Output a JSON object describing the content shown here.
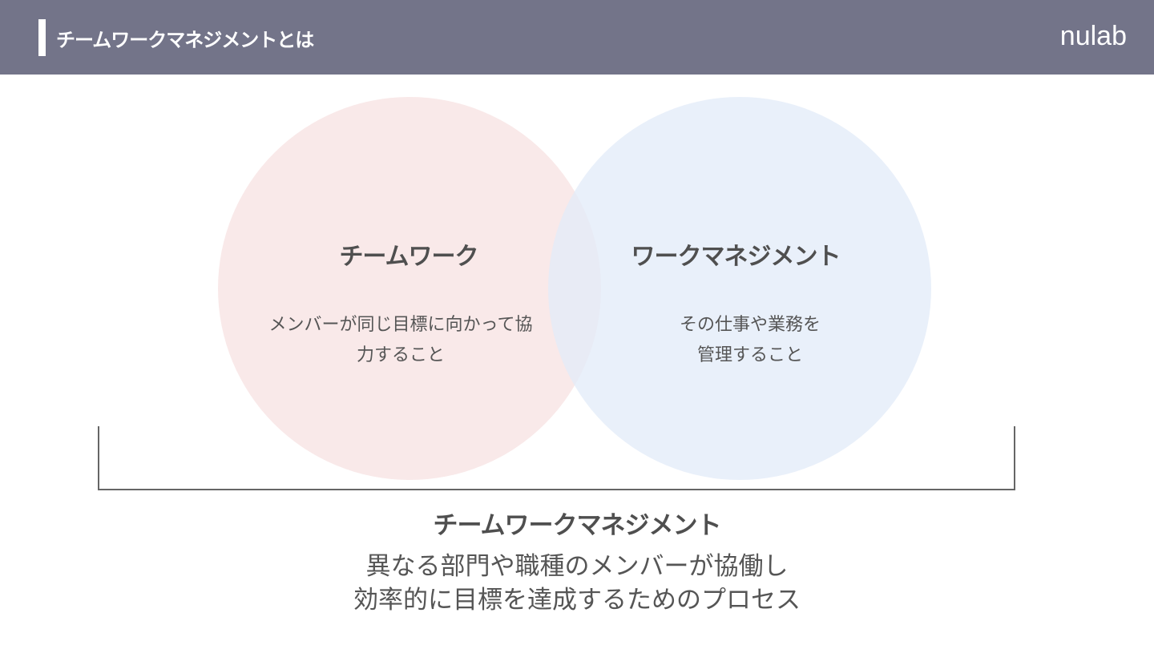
{
  "header": {
    "title": "チームワークマネジメントとは",
    "logo": "nulab"
  },
  "venn": {
    "left": {
      "title": "チームワーク",
      "text_line1": "メンバーが同じ目標に向かって協",
      "text_line2": "力すること"
    },
    "right": {
      "title": "ワークマネジメント",
      "text_line1": "その仕事や業務を",
      "text_line2": "管理すること"
    }
  },
  "summary": {
    "title": "チームワークマネジメント",
    "line1": "異なる部門や職種のメンバーが協働し",
    "line2": "効率的に目標を達成するためのプロセス"
  },
  "colors": {
    "header": "#737489",
    "left_circle": "#f9e9e9",
    "right_circle": "#e2ebf8"
  }
}
